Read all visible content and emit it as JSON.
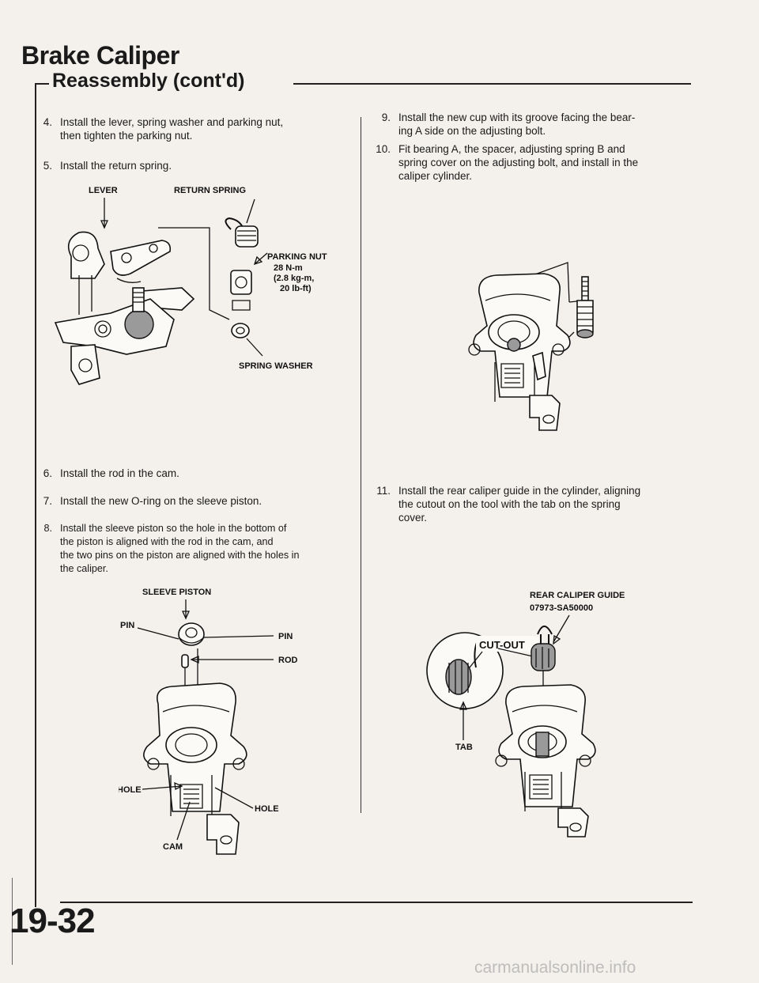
{
  "page": {
    "title": "Brake Caliper",
    "section": "Reassembly (cont'd)",
    "page_number": "19-32",
    "watermark": "carmanualsonline.info"
  },
  "steps_left": [
    {
      "num": "4.",
      "lines": [
        "Install the lever, spring washer and parking nut,",
        "then tighten the parking nut."
      ]
    },
    {
      "num": "5.",
      "lines": [
        "Install the return spring."
      ]
    },
    {
      "num": "6.",
      "lines": [
        "Install the rod in the cam."
      ]
    },
    {
      "num": "7.",
      "lines": [
        "Install the new O-ring on the sleeve piston."
      ]
    },
    {
      "num": "8.",
      "lines": [
        "Install the sleeve piston so the hole in the bottom of",
        "the piston is aligned with the rod in the cam, and",
        "the two pins on the piston are aligned with the holes in",
        "the caliper."
      ]
    }
  ],
  "steps_right": [
    {
      "num": "9.",
      "lines": [
        "Install the new cup with its groove facing the bear-",
        "ing A side on the adjusting bolt."
      ]
    },
    {
      "num": "10.",
      "lines": [
        "Fit bearing A, the spacer, adjusting spring B and",
        "spring cover on the adjusting bolt, and install in the",
        "caliper cylinder."
      ]
    },
    {
      "num": "11.",
      "lines": [
        "Install the rear caliper guide in the cylinder, aligning",
        "the cutout on the tool with the tab on the spring",
        "cover."
      ]
    }
  ],
  "figure1": {
    "lever": "LEVER",
    "return_spring": "RETURN SPRING",
    "parking_nut": "PARKING NUT",
    "torque1": "28 N-m",
    "torque2": "(2.8 kg-m,",
    "torque3": "20 lb-ft)",
    "spring_washer": "SPRING WASHER"
  },
  "figure2": {
    "sleeve_piston": "SLEEVE PISTON",
    "pin_left": "PIN",
    "pin_right": "PIN",
    "rod": "ROD",
    "hole_left": "HOLE",
    "hole_right": "HOLE",
    "cam": "CAM"
  },
  "figure4": {
    "guide_name": "REAR CALIPER GUIDE",
    "guide_part": "07973-SA50000",
    "cutout": "CUT-OUT",
    "tab": "TAB"
  }
}
